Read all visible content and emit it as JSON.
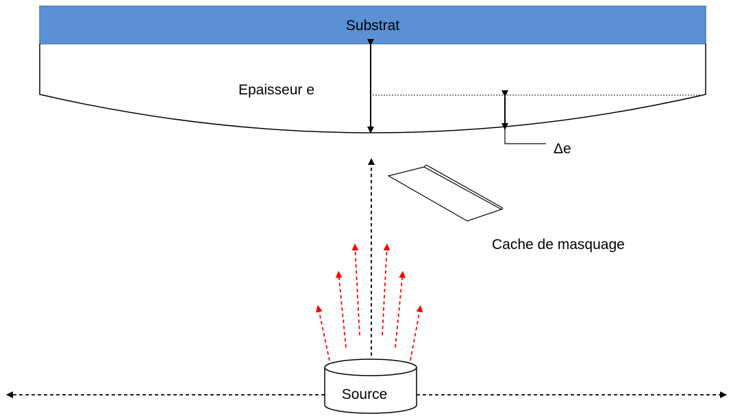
{
  "labels": {
    "substrate": "Substrat",
    "thickness": "Epaisseur e",
    "delta_thickness": "Δe",
    "mask": "Cache de masquage",
    "source": "Source"
  },
  "colors": {
    "substrate_fill": "#5b8fd6",
    "emission_arrows": "#ff0000",
    "lines": "#000000"
  }
}
